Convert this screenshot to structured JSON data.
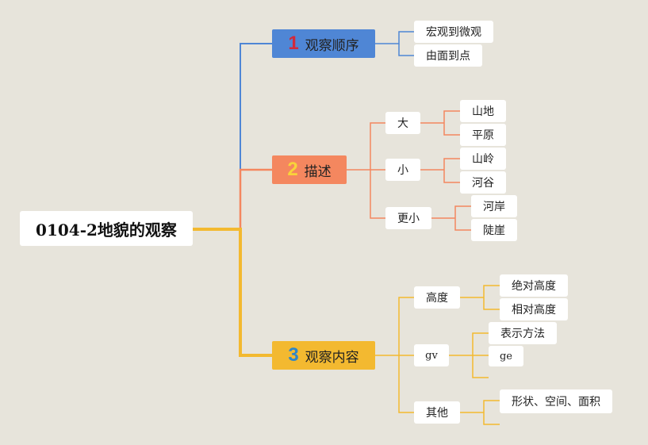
{
  "root": "0104-2地貌的观察",
  "branches": [
    {
      "num": "1",
      "label": "观察顺序",
      "color": "#4f86d5",
      "num_color": "#d12a3b",
      "children": [
        "宏观到微观",
        "由面到点"
      ]
    },
    {
      "num": "2",
      "label": "描述",
      "color": "#f4875f",
      "num_color": "#f9d33a",
      "groups": [
        {
          "label": "大",
          "children": [
            "山地",
            "平原"
          ]
        },
        {
          "label": "小",
          "children": [
            "山岭",
            "河谷"
          ]
        },
        {
          "label": "更小",
          "children": [
            "河岸",
            "陡崖"
          ]
        }
      ]
    },
    {
      "num": "3",
      "label": "观察内容",
      "color": "#f3b930",
      "num_color": "#2f86c7",
      "groups": [
        {
          "label": "高度",
          "children": [
            "绝对高度",
            "相对高度"
          ]
        },
        {
          "label": "gv",
          "children": [
            "表示方法",
            "ge",
            ""
          ]
        },
        {
          "label": "其他",
          "children": [
            "形状、空间、面积",
            ""
          ]
        }
      ]
    }
  ]
}
